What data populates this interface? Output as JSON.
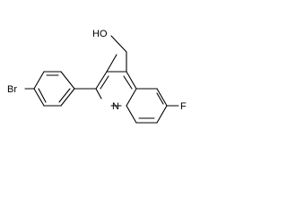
{
  "molecule": {
    "atoms": {
      "hydroxyl": "HO",
      "bromine": "Br",
      "nitrogen": "N",
      "fluorine": "F"
    },
    "bond_color": "#000000",
    "background": "#ffffff"
  }
}
